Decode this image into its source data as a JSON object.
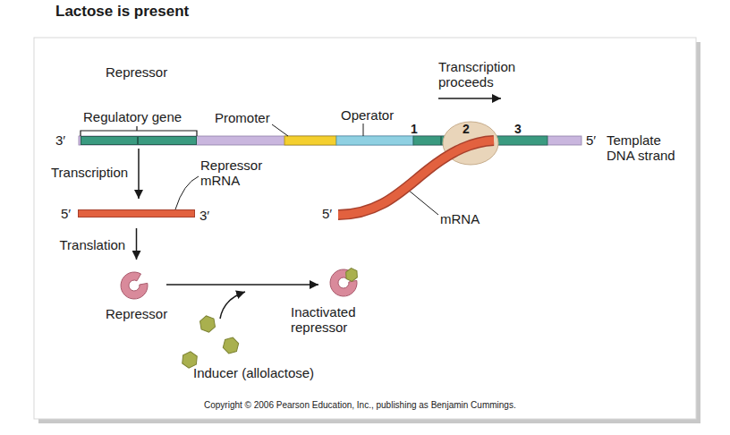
{
  "diagram": {
    "title": "Lactose is present",
    "caption": "Copyright © 2006 Pearson Education, Inc., publishing as Benjamin Cummings.",
    "nodes": [
      {
        "text": [
          "Regulatory gene"
        ]
      },
      {
        "text": [
          "Repressor mRNA"
        ]
      },
      {
        "text": [
          "Repressor"
        ]
      },
      {
        "text": [
          "Inactivated repressor"
        ]
      }
    ],
    "edges": [
      {
        "from": 0,
        "to": 1,
        "arrow": "to",
        "label": "Transcription"
      },
      {
        "from": 1,
        "to": 2,
        "arrow": "to",
        "label": "Translation"
      },
      {
        "from": 2,
        "to": 3,
        "arrow": "to"
      }
    ],
    "labels": [
      "Repressor",
      "3′",
      "Promoter",
      "Operator",
      "1",
      "2",
      "3",
      "5′",
      "Template DNA strand",
      "Transcription proceeds",
      "5′",
      "3′",
      "5′",
      "mRNA",
      "Inducer (allolactose)"
    ]
  }
}
